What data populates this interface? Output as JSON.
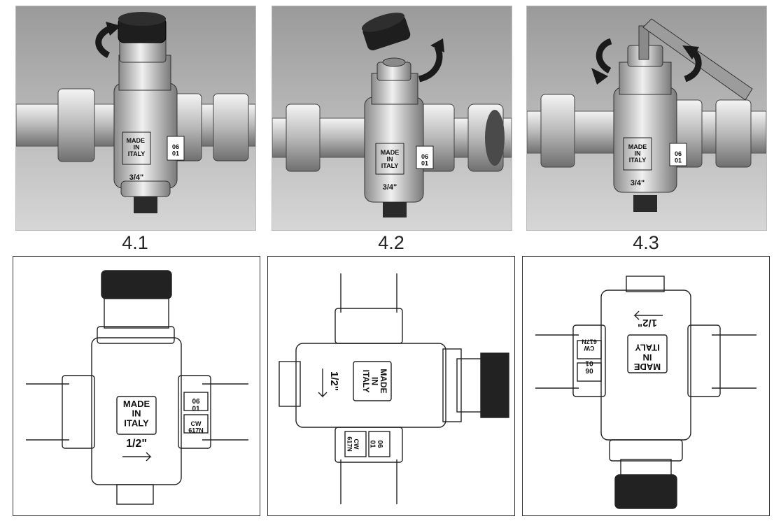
{
  "steps": [
    {
      "caption": "4.1",
      "marks": {
        "body": "MADE\nIN\nITALY",
        "size": "3/4\"",
        "code": "06\n01"
      }
    },
    {
      "caption": "4.2",
      "marks": {
        "body": "MADE\nIN\nITALY",
        "size": "3/4\"",
        "code": "06\n01"
      }
    },
    {
      "caption": "4.3",
      "marks": {
        "body": "MADE\nIN\nITALY",
        "size": "3/4\"",
        "code": "06\n01"
      }
    }
  ],
  "views": [
    {
      "body": "MADE\nIN\nITALY",
      "size": "1/2\"",
      "date": "06\n01",
      "alloy": "CW\n617N"
    },
    {
      "body": "MADE\nIN\nITALY",
      "size": "1/2\"",
      "date": "06\n01",
      "alloy": "CW\n617N"
    },
    {
      "body": "MADE\nIN\nITALY",
      "size": "1/2\"",
      "date": "06\n01",
      "alloy": "CW\n617N"
    }
  ],
  "colors": {
    "photo_bg_top": "#9a9a9a",
    "photo_bg_bottom": "#d0d0d0",
    "metal": "#c8c8c8",
    "cap": "#1e1e1e",
    "arrow": "#1a1a1a"
  },
  "icons": [
    "rotate-arrow-icon",
    "hex-key-icon"
  ]
}
